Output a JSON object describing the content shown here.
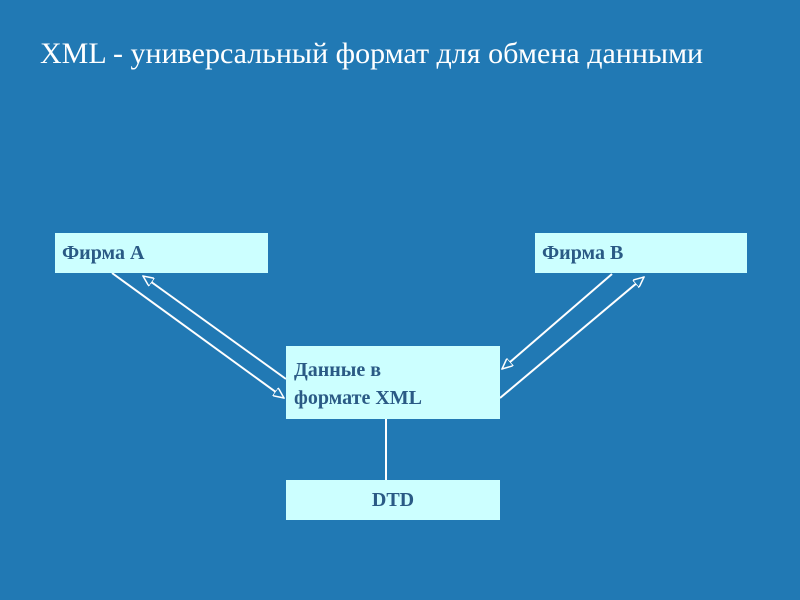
{
  "slide": {
    "title": "XML - универсальный формат для обмена данными"
  },
  "nodes": {
    "firm_a": "Фирма А",
    "firm_b": "Фирма В",
    "xml_data_line1": "Данные в",
    "xml_data_line2": "формате XML",
    "dtd": "DTD"
  },
  "colors": {
    "background": "#2179b4",
    "box_fill": "#ccffff",
    "box_text": "#2a5a85",
    "connector": "#ffffff"
  }
}
